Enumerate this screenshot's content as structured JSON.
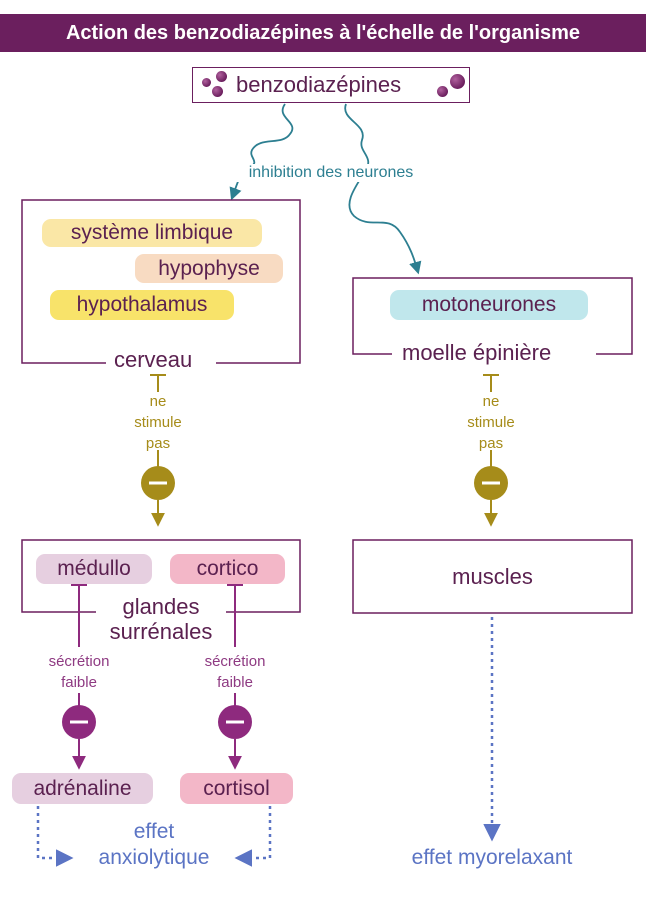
{
  "title": "Action des benzodiazépines à l'échelle de l'organisme",
  "drug": "benzodiazépines",
  "inhibition_label": "inhibition des neurones",
  "brain": {
    "label": "cerveau",
    "items": [
      "système limbique",
      "hypophyse",
      "hypothalamus"
    ]
  },
  "spinal": {
    "label": "moelle épinière",
    "items": [
      "motoneurones"
    ]
  },
  "no_stim_left": [
    "ne",
    "stimule",
    "pas"
  ],
  "no_stim_right": [
    "ne",
    "stimule",
    "pas"
  ],
  "adrenal": {
    "label_line1": "glandes",
    "label_line2": "surrénales",
    "medullo": "médullo",
    "cortico": "cortico"
  },
  "muscles": "muscles",
  "secretion_left": [
    "sécrétion",
    "faible"
  ],
  "secretion_right": [
    "sécrétion",
    "faible"
  ],
  "adrenaline": "adrénaline",
  "cortisol": "cortisol",
  "effect_anxio": [
    "effet",
    "anxiolytique"
  ],
  "effect_myo": "effet myorelaxant",
  "colors": {
    "title_bg": "#6b1f5e",
    "gold": "#a68c1a",
    "purple": "#8e2a7e",
    "blue": "#5b74c4",
    "teal": "#2d7f91",
    "limbique": "#fae7a6",
    "hypophyse": "#f8dbc2",
    "hypothalamus": "#f8e36a",
    "motoneurones": "#c0e7ec",
    "medullo": "#e6cfe0",
    "cortico": "#f3b7c8"
  },
  "minus_sign": "−"
}
